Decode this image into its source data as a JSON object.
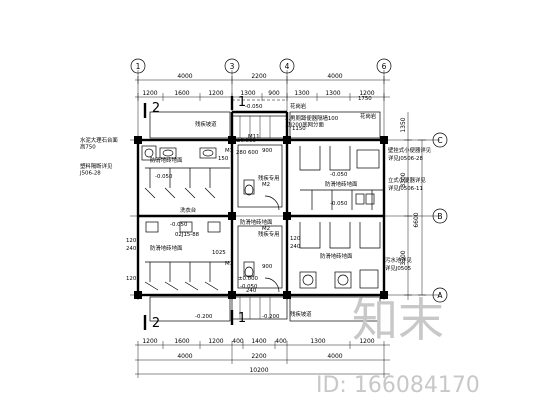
{
  "axes": {
    "top": [
      "1",
      "3",
      "4",
      "6"
    ],
    "right": [
      "C",
      "B",
      "A"
    ]
  },
  "dims": {
    "top_outer": [
      "4000",
      "2200",
      "4000"
    ],
    "top_inner": [
      "1200",
      "1600",
      "1200",
      "1300",
      "900",
      "1300",
      "1300",
      "1200"
    ],
    "bottom_inner": [
      "1200",
      "1600",
      "1200",
      "400",
      "1400",
      "400",
      "1300",
      "1200"
    ],
    "bottom_outer": [
      "4000",
      "2200",
      "4000"
    ],
    "bottom_total": "10200",
    "right_outer": [
      "6600"
    ],
    "right_inner": [
      "3300",
      "3300"
    ],
    "right_small": [
      "1350"
    ]
  },
  "labels": {
    "toilet_ref_top": "3.男厕蹲便器隔墙100\n见J200底网分面",
    "female_sink": "水泥大理石台面\n高750",
    "plastic_partition": "塑料隔断详见\nJ506-28",
    "male_urinal": "壁挂式小便器详见",
    "male_urinal_ref": "详见J0506-28",
    "male_stall": "立式小便器详见",
    "male_stall_ref": "详见J0506-11",
    "waste_mat": "污水池详见",
    "waste_mat_ref": "详见J0505",
    "corridor_top": "残疾坡道",
    "corridor_bottom": "残疾坡道",
    "floor_top": "防滑地砖地面",
    "floor_bottom": "防滑地砖地面",
    "floor_male": "防滑地砖地面",
    "floor_male_bottom": "防滑地砖地面",
    "floor_mid": "防滑地砖地面",
    "disabled_mid": "残疾专用",
    "disabled_lower": "残疾专用",
    "stone_top": "花岗岩",
    "stone_right": "花岗岩",
    "vent": "洗衣台",
    "door_ref": "02J15-88",
    "elev_top": "-0.050",
    "elev_zero": "±0.000",
    "elev_left": "-0.050",
    "elev_right": "-0.050",
    "elev_mid_left": "-0.050",
    "elev_mid_right": "-0.050",
    "elev_bottom": "-0.200",
    "elev_bottom2": "-0.200",
    "elev_lower_zero": "±0.000",
    "elev_lower_050": "-0.050",
    "m1": "M1",
    "m2": "M2",
    "m2b": "M2",
    "m1b": "M1",
    "m11": "M11",
    "sec_2": "2",
    "sec_1": "1",
    "sec_2b": "2",
    "sec_1b": "1",
    "d120_1": "120",
    "d240_1": "240",
    "d120_2": "120",
    "d120_3": "120",
    "d240_2": "240",
    "d1025": "1025",
    "d900a": "900",
    "d900b": "900",
    "d240x": "240",
    "d150": "150",
    "d1150": "1150",
    "d280": "280",
    "d600": "600",
    "d1750": "1750"
  },
  "watermark": {
    "brand": "知末",
    "id": "ID: 166084170"
  }
}
